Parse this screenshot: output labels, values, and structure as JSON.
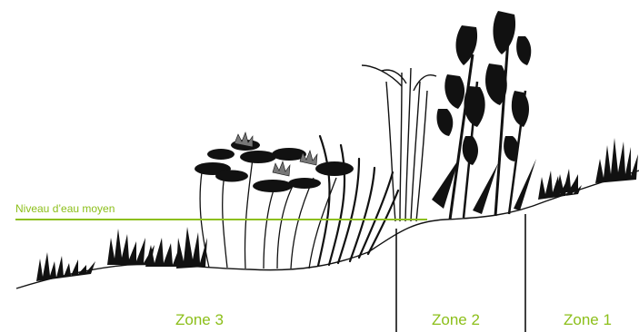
{
  "water_level": {
    "label": "Niveau d’eau moyen"
  },
  "zones": [
    {
      "label": "Zone 3"
    },
    {
      "label": "Zone 2"
    },
    {
      "label": "Zone 1"
    }
  ],
  "colors": {
    "accent": "#8cbf1a",
    "silhouette": "#111111",
    "background": "#ffffff"
  }
}
